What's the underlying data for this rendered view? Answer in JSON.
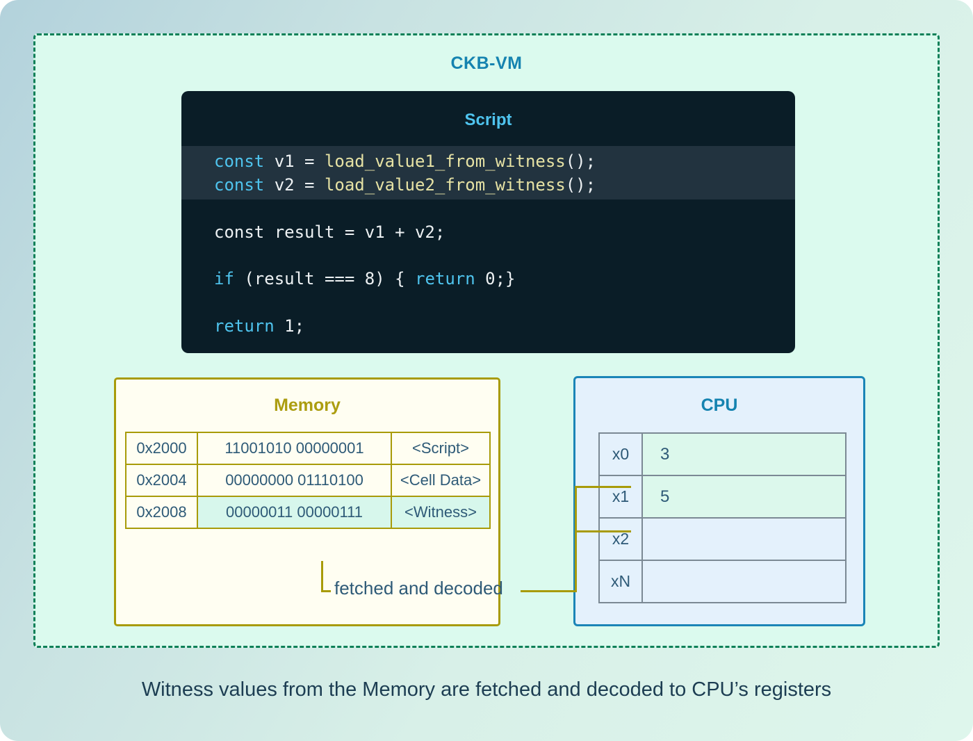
{
  "ckb_vm_label": "CKB-VM",
  "script": {
    "title": "Script",
    "lines": [
      {
        "highlight": true,
        "tokens": [
          [
            "kw",
            "const"
          ],
          [
            "plain",
            " v1 = "
          ],
          [
            "fn",
            "load_value1_from_witness"
          ],
          [
            "plain",
            "();"
          ]
        ]
      },
      {
        "highlight": true,
        "tokens": [
          [
            "kw",
            "const"
          ],
          [
            "plain",
            " v2 = "
          ],
          [
            "fn",
            "load_value2_from_witness"
          ],
          [
            "plain",
            "();"
          ]
        ]
      },
      {
        "highlight": false,
        "tokens": [
          [
            "plain",
            "const result = v1 + v2;"
          ]
        ]
      },
      {
        "highlight": false,
        "tokens": [
          [
            "kw",
            "if"
          ],
          [
            "plain",
            " (result === 8) { "
          ],
          [
            "kw",
            "return"
          ],
          [
            "plain",
            " 0;}"
          ]
        ]
      },
      {
        "highlight": false,
        "tokens": [
          [
            "kw",
            "return"
          ],
          [
            "plain",
            " 1;"
          ]
        ]
      }
    ]
  },
  "memory": {
    "title": "Memory",
    "rows": [
      {
        "addr": "0x2000",
        "bits": "11001010 00000001",
        "label": "<Script>",
        "highlight": false
      },
      {
        "addr": "0x2004",
        "bits": "00000000 01110100",
        "label": "<Cell Data>",
        "highlight": false
      },
      {
        "addr": "0x2008",
        "bits": "00000011 00000111",
        "label": "<Witness>",
        "highlight": true
      }
    ]
  },
  "connector_label": "fetched and decoded",
  "cpu": {
    "title": "CPU",
    "registers": [
      {
        "name": "x0",
        "value": "3",
        "highlight": true
      },
      {
        "name": "x1",
        "value": "5",
        "highlight": true
      },
      {
        "name": "x2",
        "value": "",
        "highlight": false
      },
      {
        "name": "xN",
        "value": "",
        "highlight": false
      }
    ]
  },
  "caption": "Witness values from the Memory are fetched and decoded to CPU’s registers",
  "colors": {
    "accent_teal": "#1583b0",
    "accent_olive": "#a89b0a",
    "dash_green": "#0e8058",
    "code_background": "#0a1d27",
    "code_highlight_band": "#22333f",
    "code_keyword": "#4fc4ee",
    "code_function": "#e6e2a4",
    "code_text": "#edf1f3",
    "mint_highlight": "#d7f7ec",
    "cell_text": "#2e5a77"
  }
}
